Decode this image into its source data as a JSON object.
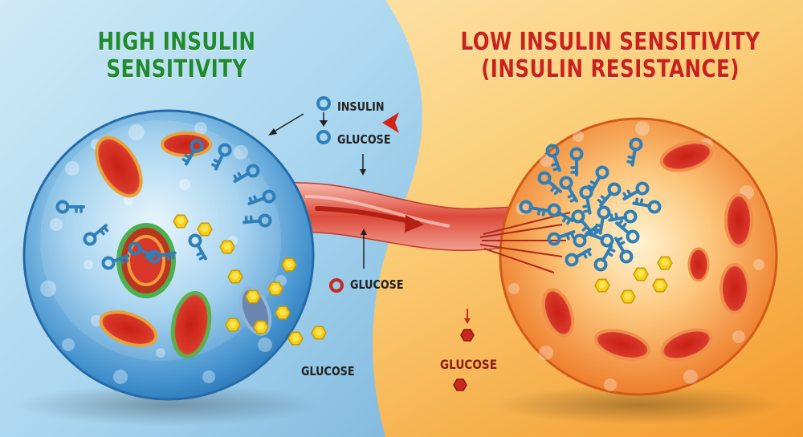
{
  "left_title": {
    "line1": "HIGH INSULIN",
    "line2": "SENSITIVITY"
  },
  "right_title": {
    "line1": "LOW INSULIN SENSITIVITY",
    "line2": "(INSULIN RESISTANCE)"
  },
  "legend": {
    "insulin": "INSULIN",
    "glucose": "GLUCOSE"
  },
  "labels": {
    "glucose_mid": "GLUCOSE",
    "glucose_left": "GLUCOSE",
    "glucose_right": "GLUCOSE"
  },
  "colors": {
    "left_bg": "#9fd0ec",
    "right_bg": "#f7a940",
    "left_title": "#1f8a2e",
    "right_title": "#c9221c",
    "insulin_key": "#2f7fb8",
    "glucose": "#f2c813",
    "glucose_red": "#c8281e"
  }
}
